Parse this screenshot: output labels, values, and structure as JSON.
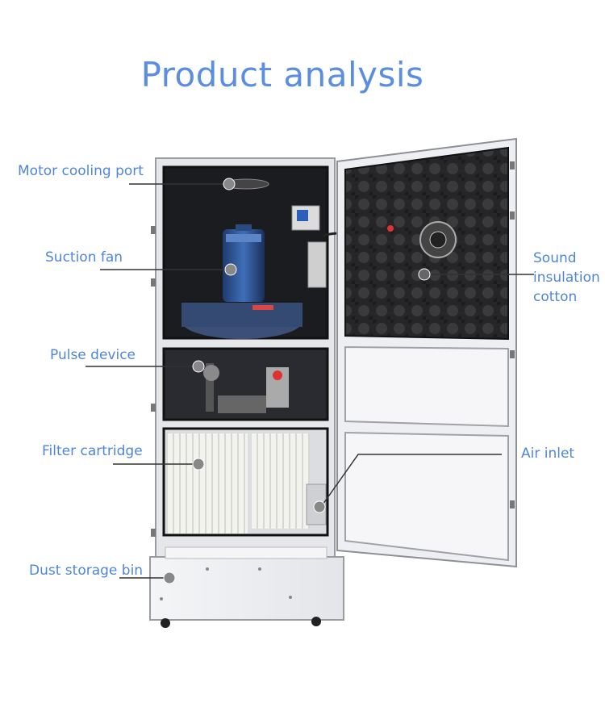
{
  "title": "Product analysis",
  "labels": {
    "motor_cooling_port": "Motor cooling port",
    "suction_fan": "Suction fan",
    "pulse_device": "Pulse device",
    "filter_cartridge": "Filter cartridge",
    "dust_storage_bin": "Dust storage bin",
    "sound_line1": "Sound",
    "sound_line2": "insulation",
    "sound_line3": "cotton",
    "air_inlet": "Air inlet"
  },
  "colors": {
    "label_blue": "#4f86d9",
    "frame_gray": "#e9e9ec",
    "interior_dark": "#1c1d21",
    "filter_white": "#f1f1ee",
    "foam_dark": "#2a2a2c"
  }
}
